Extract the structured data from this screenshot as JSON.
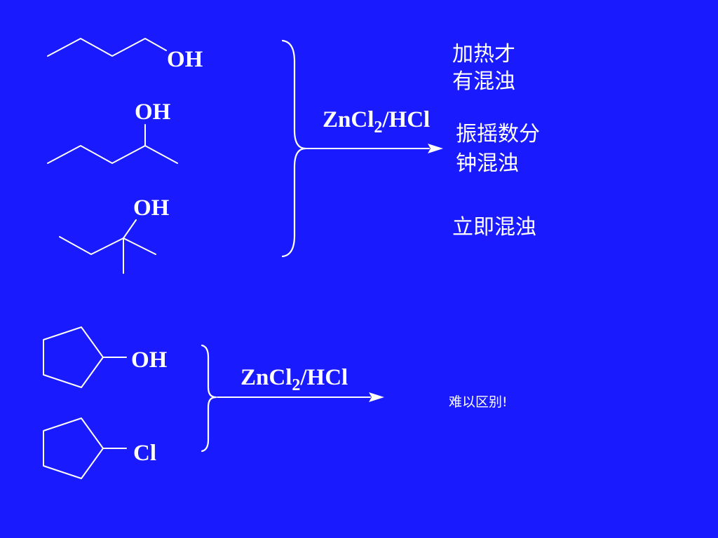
{
  "colors": {
    "background": "#1a1aff",
    "foreground": "#ffffff"
  },
  "top_reaction": {
    "molecules": [
      {
        "group_label": "OH"
      },
      {
        "group_label": "OH"
      },
      {
        "group_label": "OH"
      }
    ],
    "reagent": {
      "main": "ZnCl",
      "subscript": "2",
      "tail": "/HCl"
    },
    "results": [
      {
        "line1": "加热才",
        "line2": "有混浊"
      },
      {
        "line1": "振摇数分",
        "line2": "钟混浊"
      },
      {
        "line1": "立即混浊",
        "line2": ""
      }
    ]
  },
  "bottom_reaction": {
    "molecules": [
      {
        "group_label": "OH"
      },
      {
        "group_label": "Cl"
      }
    ],
    "reagent": {
      "main": "ZnCl",
      "subscript": "2",
      "tail": "/HCl"
    },
    "result": "难以区别!"
  }
}
